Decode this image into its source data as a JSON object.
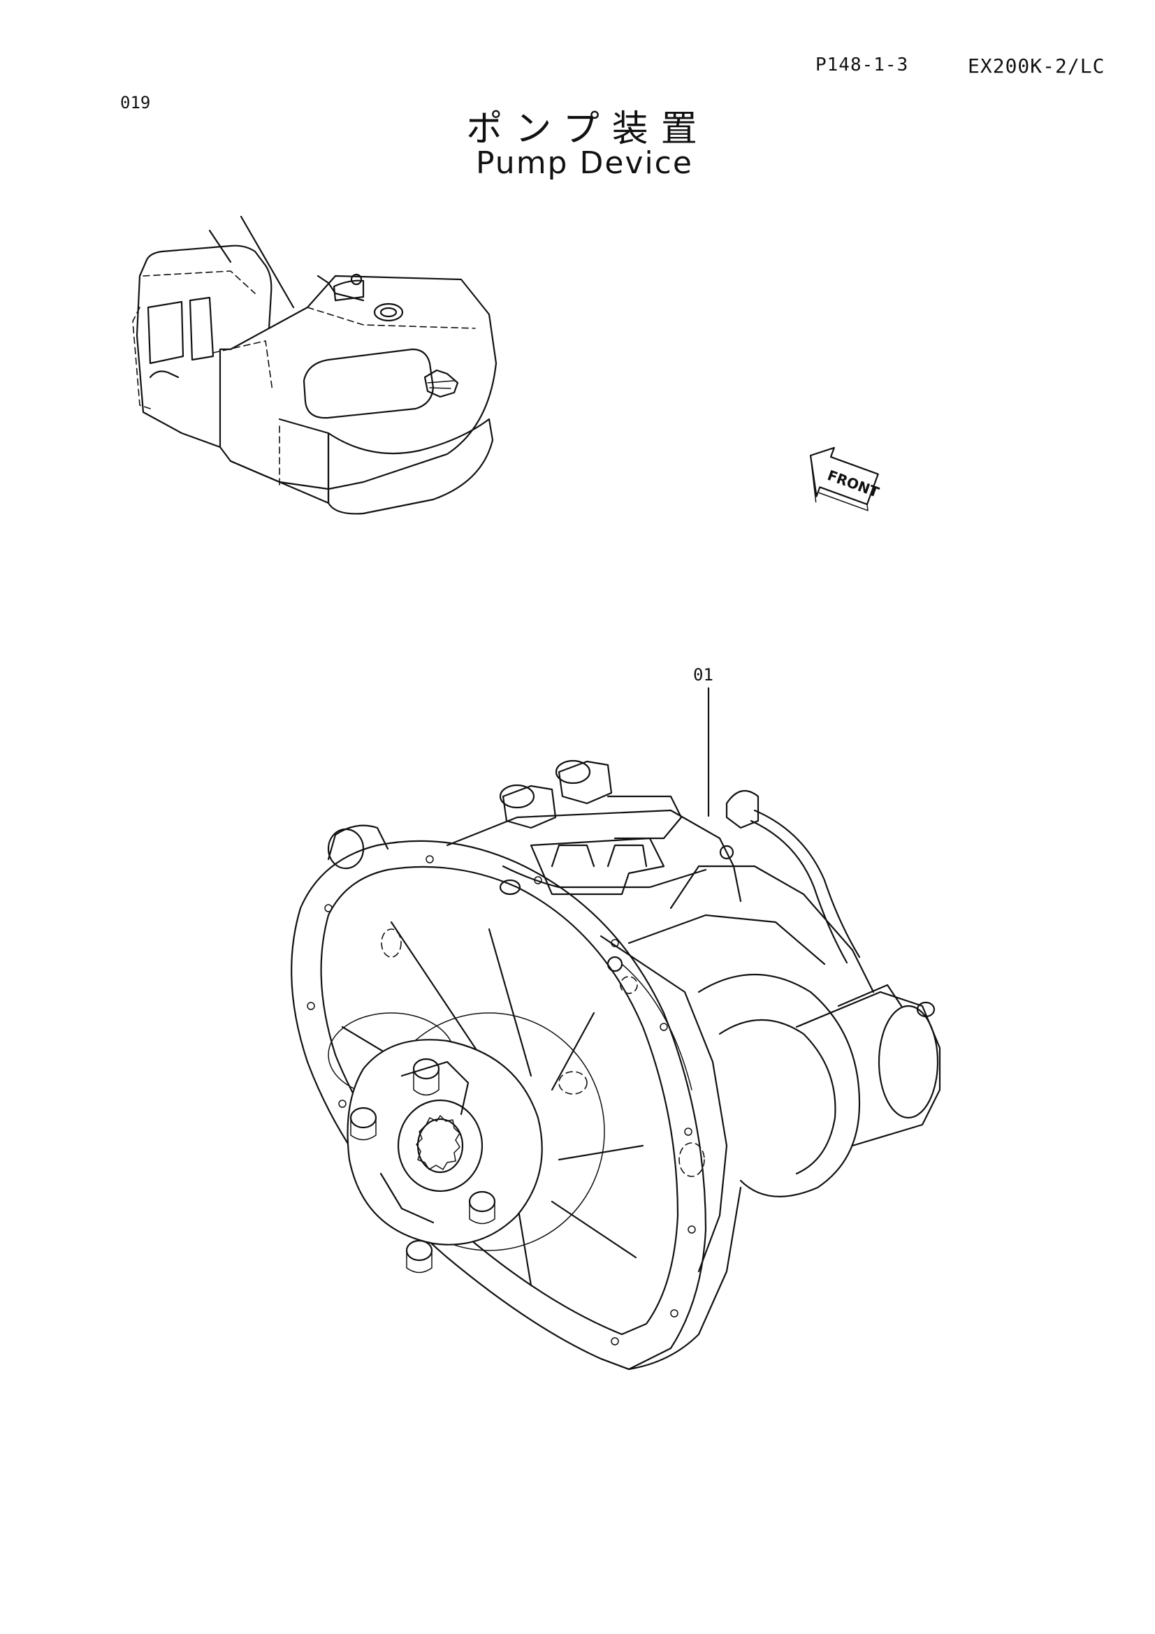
{
  "header": {
    "page_code": "P148-1-3",
    "model_code": "EX200K-2/LC",
    "sheet_number": "019"
  },
  "title": {
    "japanese": "ポンプ装置",
    "english": "Pump Device"
  },
  "direction_arrow": {
    "label": "FRONT"
  },
  "callouts": [
    {
      "label": "01"
    }
  ],
  "illustrations": {
    "overview_icon": "excavator-overview-icon",
    "main_part_icon": "hydraulic-pump-assembly-icon"
  }
}
